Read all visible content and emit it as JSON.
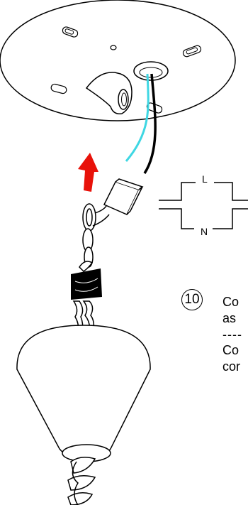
{
  "diagram": {
    "step_number": "10",
    "instruction_lines": [
      "Co",
      "as",
      "----",
      "Co",
      "cor"
    ],
    "terminal_labels": {
      "live": "L",
      "neutral": "N"
    },
    "wire_colors": {
      "blue": "#3fd7e3",
      "black": "#000000"
    },
    "arrow_color": "#e8120a"
  }
}
